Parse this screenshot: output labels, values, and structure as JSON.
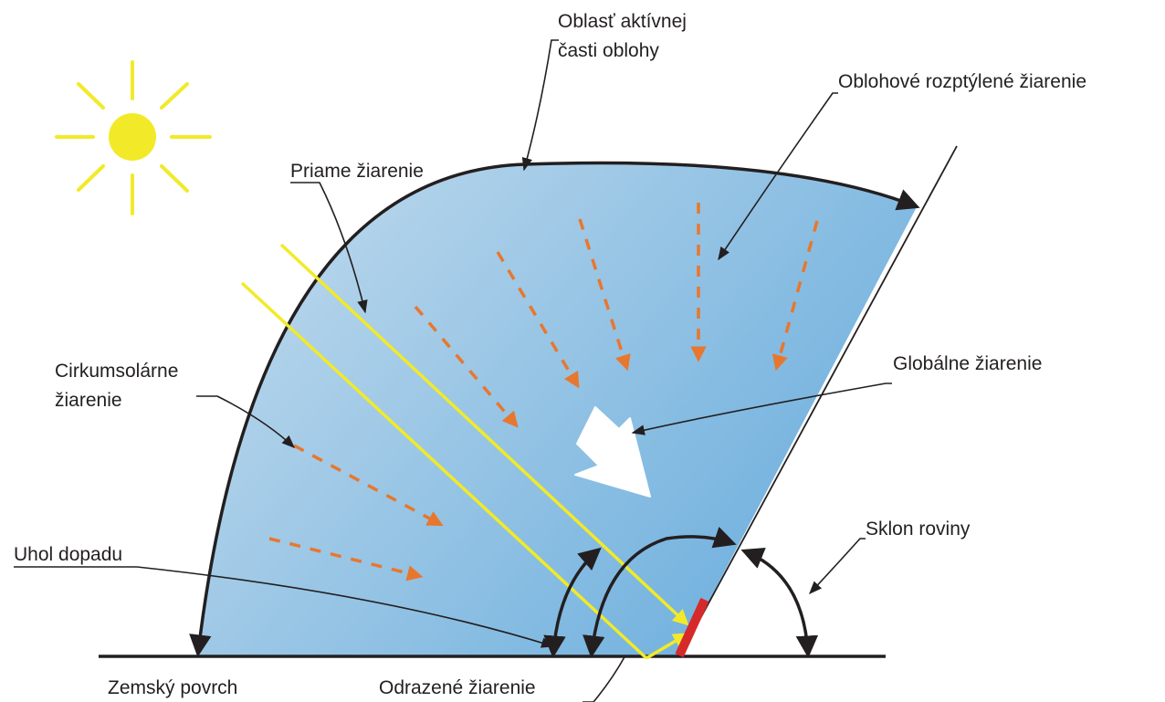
{
  "labels": {
    "active_sky_line1": "Oblasť aktívnej",
    "active_sky_line2": "časti oblohy",
    "sky_diffuse": "Oblohové rozptýlené žiarenie",
    "direct": "Priame žiarenie",
    "circumsolar_line1": "Cirkumsolárne",
    "circumsolar_line2": "žiarenie",
    "global": "Globálne žiarenie",
    "incidence_angle": "Uhol dopadu",
    "tilt": "Sklon roviny",
    "ground": "Zemský povrch",
    "reflected": "Odrazené žiarenie"
  },
  "colors": {
    "sky_fill_light": "#c4dced",
    "sky_fill_dark": "#6fb0de",
    "outline": "#231f20",
    "sun": "#f2ea28",
    "direct_ray": "#f2ea28",
    "diffuse_ray": "#e8772e",
    "global_arrow": "#ffffff",
    "collector_plane": "#d62a2a"
  }
}
